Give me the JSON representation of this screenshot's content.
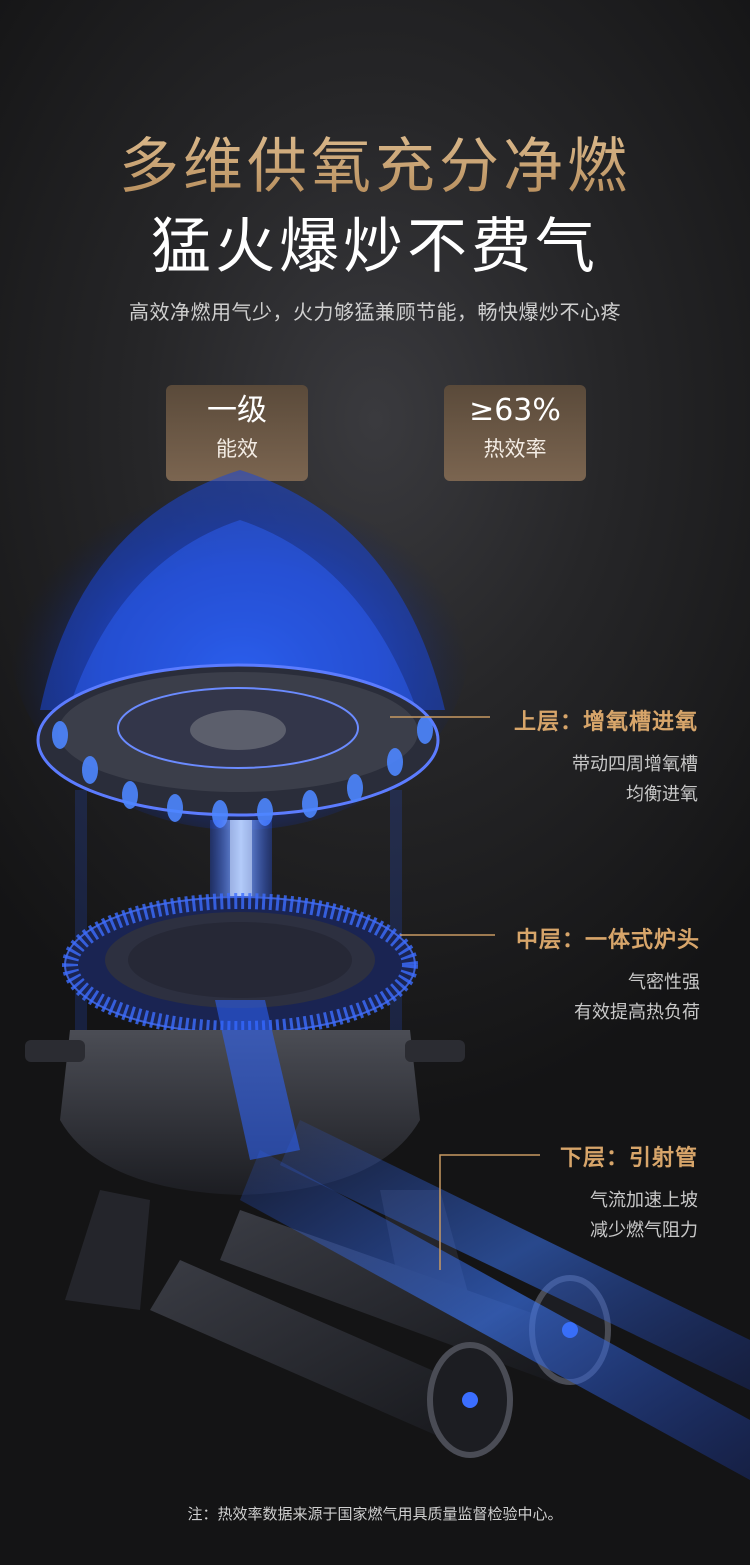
{
  "headline": {
    "line1": "多维供氧充分净燃",
    "line2": "猛火爆炒不费气",
    "subtitle": "高效净燃用气少，火力够猛兼顾节能，畅快爆炒不心疼"
  },
  "badges": [
    {
      "value": "一级",
      "label": "能效"
    },
    {
      "value": "≥63%",
      "label": "热效率"
    }
  ],
  "callouts": [
    {
      "heading": "上层：增氧槽进氧",
      "desc1": "带动四周增氧槽",
      "desc2": "均衡进氧"
    },
    {
      "heading": "中层：一体式炉头",
      "desc1": "气密性强",
      "desc2": "有效提高热负荷"
    },
    {
      "heading": "下层：引射管",
      "desc1": "气流加速上坡",
      "desc2": "减少燃气阻力"
    }
  ],
  "footnote": "注：热效率数据来源于国家燃气用具质量监督检验中心。",
  "colors": {
    "gold": "#d7a56a",
    "flame_blue": "#2f6bff",
    "background": "#1a1a1c"
  }
}
